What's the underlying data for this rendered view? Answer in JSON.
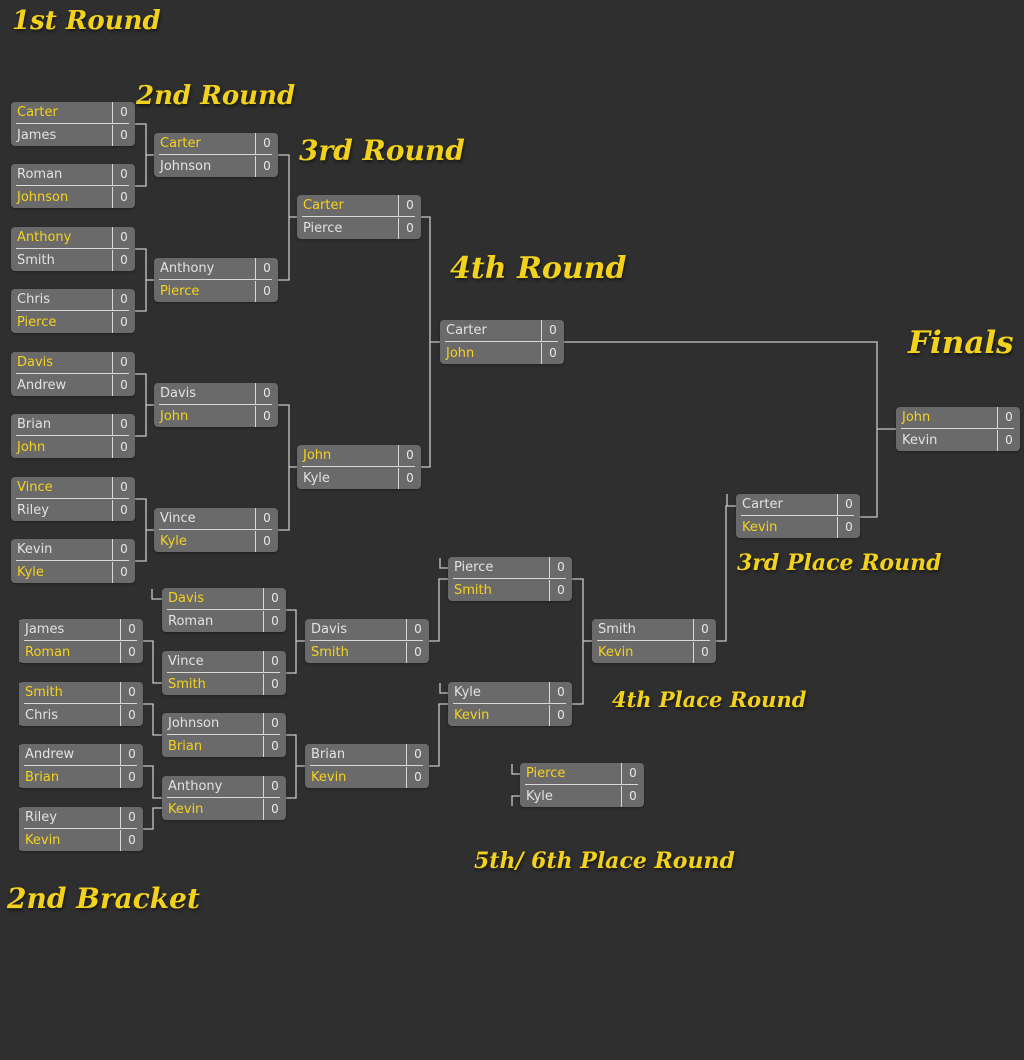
{
  "headings": {
    "round1": "1st Round",
    "round2": "2nd Round",
    "round3": "3rd Round",
    "round4": "4th Round",
    "finals": "Finals",
    "third_place_round": "3rd Place Round",
    "fourth_place_round": "4th Place Round",
    "fifth_sixth_place_round": "5th/ 6th Place Round",
    "second_bracket": "2nd Bracket"
  },
  "colors": {
    "background": "#2f2f2f",
    "match_box": "#6a6a6a",
    "winner_text": "#f4d21e",
    "heading": "#f2d21c",
    "connector": "#c8c8c8"
  },
  "matches": {
    "r1_m1": {
      "team1": {
        "name": "Carter",
        "score": "0",
        "winner": true
      },
      "team2": {
        "name": "James",
        "score": "0",
        "winner": false
      }
    },
    "r1_m2": {
      "team1": {
        "name": "Roman",
        "score": "0",
        "winner": false
      },
      "team2": {
        "name": "Johnson",
        "score": "0",
        "winner": true
      }
    },
    "r1_m3": {
      "team1": {
        "name": "Anthony",
        "score": "0",
        "winner": true
      },
      "team2": {
        "name": "Smith",
        "score": "0",
        "winner": false
      }
    },
    "r1_m4": {
      "team1": {
        "name": "Chris",
        "score": "0",
        "winner": false
      },
      "team2": {
        "name": "Pierce",
        "score": "0",
        "winner": true
      }
    },
    "r1_m5": {
      "team1": {
        "name": "Davis",
        "score": "0",
        "winner": true
      },
      "team2": {
        "name": "Andrew",
        "score": "0",
        "winner": false
      }
    },
    "r1_m6": {
      "team1": {
        "name": "Brian",
        "score": "0",
        "winner": false
      },
      "team2": {
        "name": "John",
        "score": "0",
        "winner": true
      }
    },
    "r1_m7": {
      "team1": {
        "name": "Vince",
        "score": "0",
        "winner": true
      },
      "team2": {
        "name": "Riley",
        "score": "0",
        "winner": false
      }
    },
    "r1_m8": {
      "team1": {
        "name": "Kevin",
        "score": "0",
        "winner": false
      },
      "team2": {
        "name": "Kyle",
        "score": "0",
        "winner": true
      }
    },
    "r2_m1": {
      "team1": {
        "name": "Carter",
        "score": "0",
        "winner": true
      },
      "team2": {
        "name": "Johnson",
        "score": "0",
        "winner": false
      }
    },
    "r2_m2": {
      "team1": {
        "name": "Anthony",
        "score": "0",
        "winner": false
      },
      "team2": {
        "name": "Pierce",
        "score": "0",
        "winner": true
      }
    },
    "r2_m3": {
      "team1": {
        "name": "Davis",
        "score": "0",
        "winner": false
      },
      "team2": {
        "name": "John",
        "score": "0",
        "winner": true
      }
    },
    "r2_m4": {
      "team1": {
        "name": "Vince",
        "score": "0",
        "winner": false
      },
      "team2": {
        "name": "Kyle",
        "score": "0",
        "winner": true
      }
    },
    "r3_m1": {
      "team1": {
        "name": "Carter",
        "score": "0",
        "winner": true
      },
      "team2": {
        "name": "Pierce",
        "score": "0",
        "winner": false
      }
    },
    "r3_m2": {
      "team1": {
        "name": "John",
        "score": "0",
        "winner": true
      },
      "team2": {
        "name": "Kyle",
        "score": "0",
        "winner": false
      }
    },
    "r4_m1": {
      "team1": {
        "name": "Carter",
        "score": "0",
        "winner": false
      },
      "team2": {
        "name": "John",
        "score": "0",
        "winner": true
      }
    },
    "final": {
      "team1": {
        "name": "John",
        "score": "0",
        "winner": true
      },
      "team2": {
        "name": "Kevin",
        "score": "0",
        "winner": false
      }
    },
    "third_place": {
      "team1": {
        "name": "Carter",
        "score": "0",
        "winner": false
      },
      "team2": {
        "name": "Kevin",
        "score": "0",
        "winner": true
      }
    },
    "b2_r1_m1": {
      "team1": {
        "name": "James",
        "score": "0",
        "winner": false
      },
      "team2": {
        "name": "Roman",
        "score": "0",
        "winner": true
      }
    },
    "b2_r1_m2": {
      "team1": {
        "name": "Smith",
        "score": "0",
        "winner": true
      },
      "team2": {
        "name": "Chris",
        "score": "0",
        "winner": false
      }
    },
    "b2_r1_m3": {
      "team1": {
        "name": "Andrew",
        "score": "0",
        "winner": false
      },
      "team2": {
        "name": "Brian",
        "score": "0",
        "winner": true
      }
    },
    "b2_r1_m4": {
      "team1": {
        "name": "Riley",
        "score": "0",
        "winner": false
      },
      "team2": {
        "name": "Kevin",
        "score": "0",
        "winner": true
      }
    },
    "b2_r2_m1": {
      "team1": {
        "name": "Davis",
        "score": "0",
        "winner": true
      },
      "team2": {
        "name": "Roman",
        "score": "0",
        "winner": false
      }
    },
    "b2_r2_m2": {
      "team1": {
        "name": "Vince",
        "score": "0",
        "winner": false
      },
      "team2": {
        "name": "Smith",
        "score": "0",
        "winner": true
      }
    },
    "b2_r2_m3": {
      "team1": {
        "name": "Johnson",
        "score": "0",
        "winner": false
      },
      "team2": {
        "name": "Brian",
        "score": "0",
        "winner": true
      }
    },
    "b2_r2_m4": {
      "team1": {
        "name": "Anthony",
        "score": "0",
        "winner": false
      },
      "team2": {
        "name": "Kevin",
        "score": "0",
        "winner": true
      }
    },
    "b2_r3_m1": {
      "team1": {
        "name": "Davis",
        "score": "0",
        "winner": false
      },
      "team2": {
        "name": "Smith",
        "score": "0",
        "winner": true
      }
    },
    "b2_r3_m2": {
      "team1": {
        "name": "Brian",
        "score": "0",
        "winner": false
      },
      "team2": {
        "name": "Kevin",
        "score": "0",
        "winner": true
      }
    },
    "b2_r4_m1": {
      "team1": {
        "name": "Pierce",
        "score": "0",
        "winner": false
      },
      "team2": {
        "name": "Smith",
        "score": "0",
        "winner": true
      }
    },
    "b2_r4_m2": {
      "team1": {
        "name": "Kyle",
        "score": "0",
        "winner": false
      },
      "team2": {
        "name": "Kevin",
        "score": "0",
        "winner": true
      }
    },
    "fourth_place": {
      "team1": {
        "name": "Smith",
        "score": "0",
        "winner": false
      },
      "team2": {
        "name": "Kevin",
        "score": "0",
        "winner": true
      }
    },
    "fifth_sixth": {
      "team1": {
        "name": "Pierce",
        "score": "0",
        "winner": true
      },
      "team2": {
        "name": "Kyle",
        "score": "0",
        "winner": false
      }
    }
  }
}
